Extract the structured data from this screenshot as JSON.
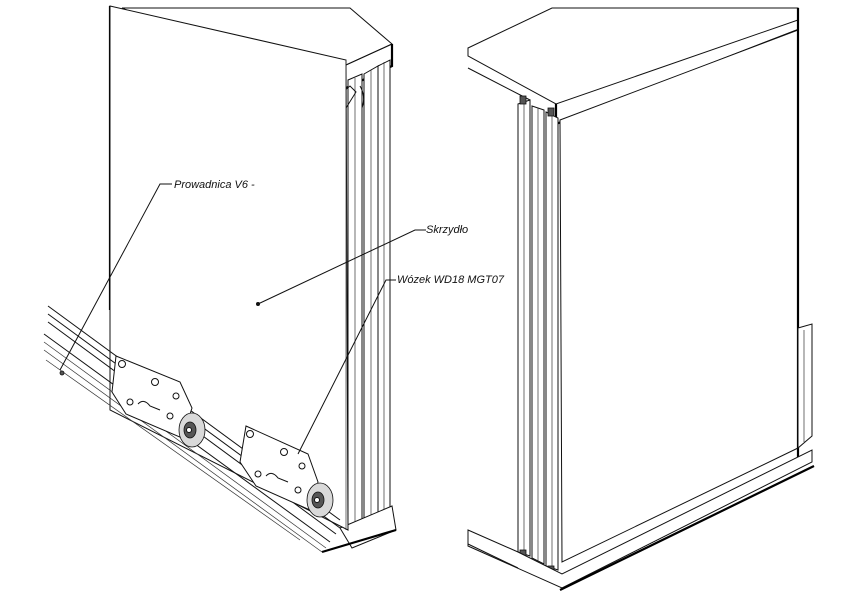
{
  "callouts": {
    "guide": "Prowadnica V6 -",
    "panel": "Skrzydło",
    "carriage": "Wózek WD18 MGT07"
  }
}
